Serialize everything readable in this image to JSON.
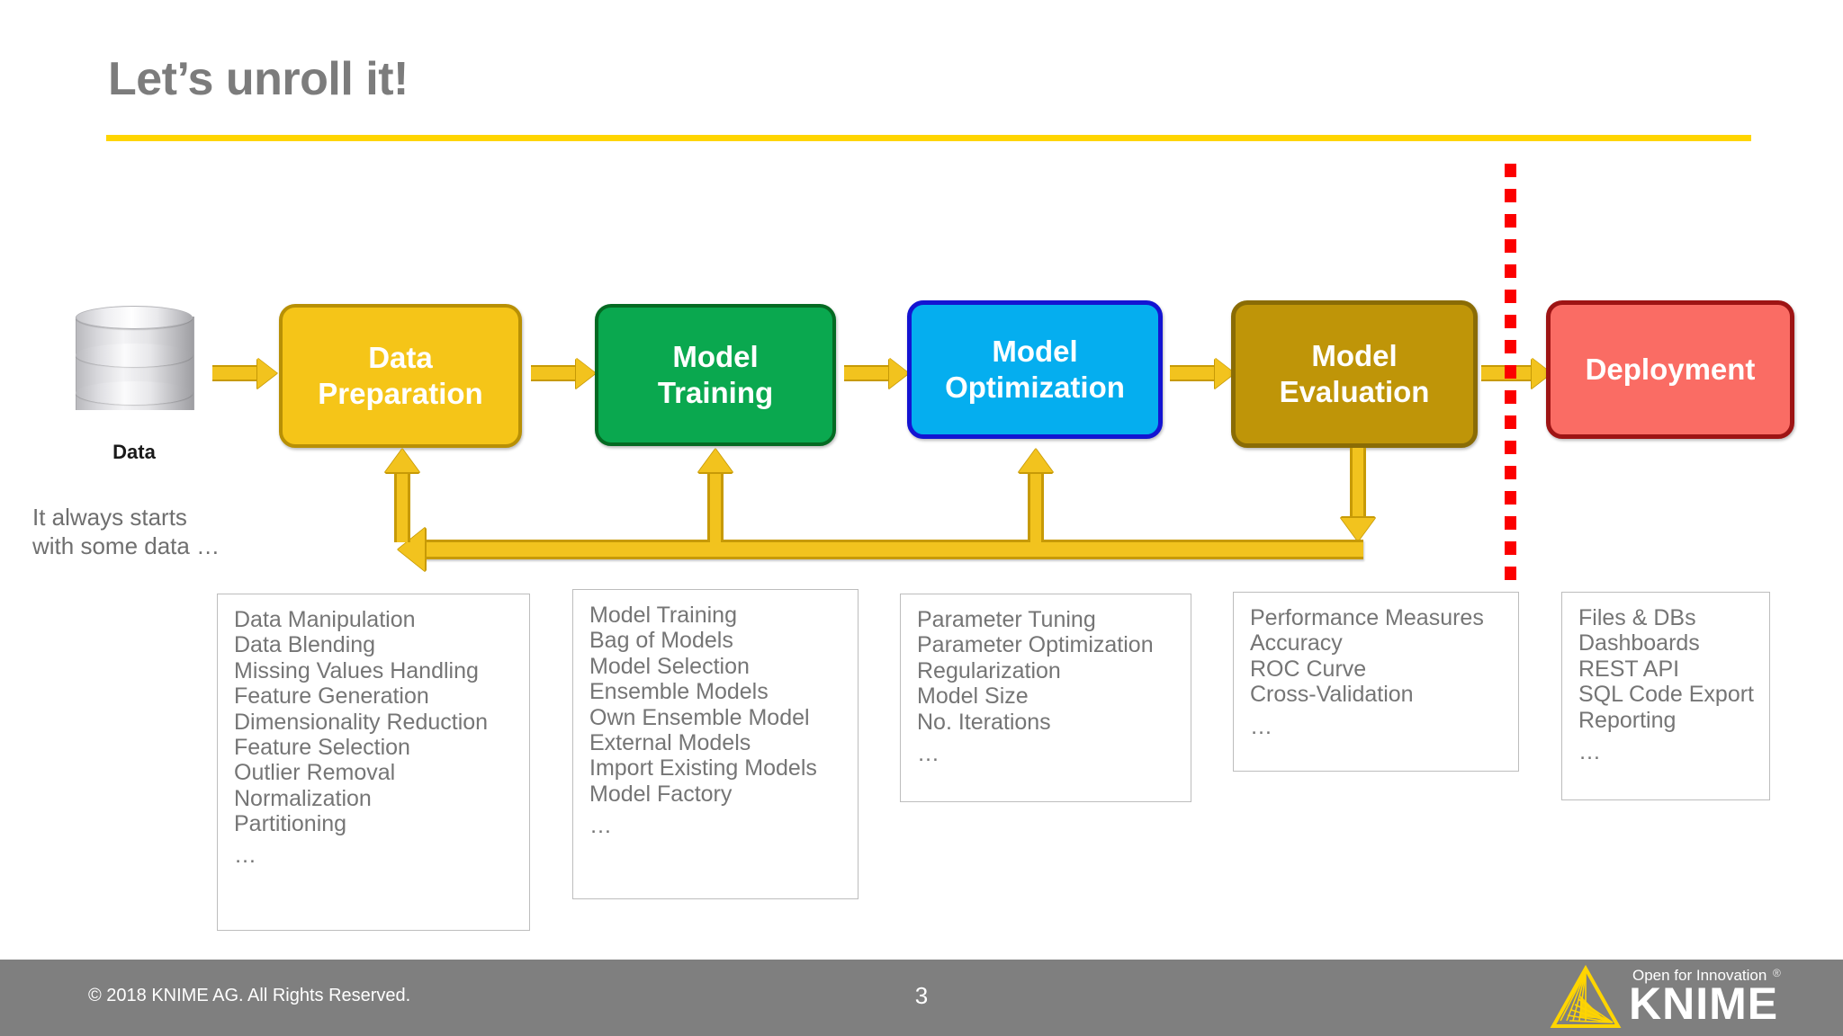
{
  "slide": {
    "title": "Let’s unroll it!",
    "accent_color": "#ffd500",
    "title_color": "#7c7c7c"
  },
  "source": {
    "icon": "database-cylinder-icon",
    "label": "Data",
    "caption": "It always starts\nwith some data …"
  },
  "pipeline": [
    {
      "id": "data-preparation",
      "label_line1": "Data",
      "label_line2": "Preparation",
      "fill": "#f5c518",
      "border": "#b89005"
    },
    {
      "id": "model-training",
      "label_line1": "Model",
      "label_line2": "Training",
      "fill": "#0aa84f",
      "border": "#046a22"
    },
    {
      "id": "model-optimization",
      "label_line1": "Model",
      "label_line2": "Optimization",
      "fill": "#05aeef",
      "border": "#1414d2"
    },
    {
      "id": "model-evaluation",
      "label_line1": "Model",
      "label_line2": "Evaluation",
      "fill": "#bf9508",
      "border": "#8a6c05"
    },
    {
      "id": "deployment",
      "label_line1": "Deployment",
      "label_line2": "",
      "fill": "#fa6c64",
      "border": "#9e1414"
    }
  ],
  "details": [
    {
      "for": "data-preparation",
      "items": [
        "Data Manipulation",
        "Data Blending",
        "Missing Values Handling",
        "Feature Generation",
        "Dimensionality Reduction",
        "Feature Selection",
        "Outlier Removal",
        "Normalization",
        "Partitioning"
      ],
      "ellipsis": "…"
    },
    {
      "for": "model-training",
      "items": [
        "Model Training",
        "Bag of Models",
        "Model Selection",
        "Ensemble Models",
        "Own Ensemble Model",
        "External Models",
        "Import Existing Models",
        "Model Factory"
      ],
      "ellipsis": "…"
    },
    {
      "for": "model-optimization",
      "items": [
        "Parameter Tuning",
        "Parameter Optimization",
        "Regularization",
        "Model Size",
        "No. Iterations"
      ],
      "ellipsis": "…"
    },
    {
      "for": "model-evaluation",
      "items": [
        "Performance Measures",
        "Accuracy",
        "ROC Curve",
        "Cross-Validation"
      ],
      "ellipsis": "…"
    },
    {
      "for": "deployment",
      "items": [
        "Files & DBs",
        "Dashboards",
        "REST API",
        "SQL Code Export",
        "Reporting"
      ],
      "ellipsis": "…"
    }
  ],
  "divider": {
    "name": "red-dashed-divider",
    "color": "#fc0000"
  },
  "footer": {
    "copyright": "© 2018 KNIME AG. All Rights Reserved.",
    "page_number": "3",
    "logo": {
      "tagline": "Open for Innovation",
      "registered": "®",
      "wordmark": "KNIME",
      "mark_color": "#ffd500"
    }
  }
}
